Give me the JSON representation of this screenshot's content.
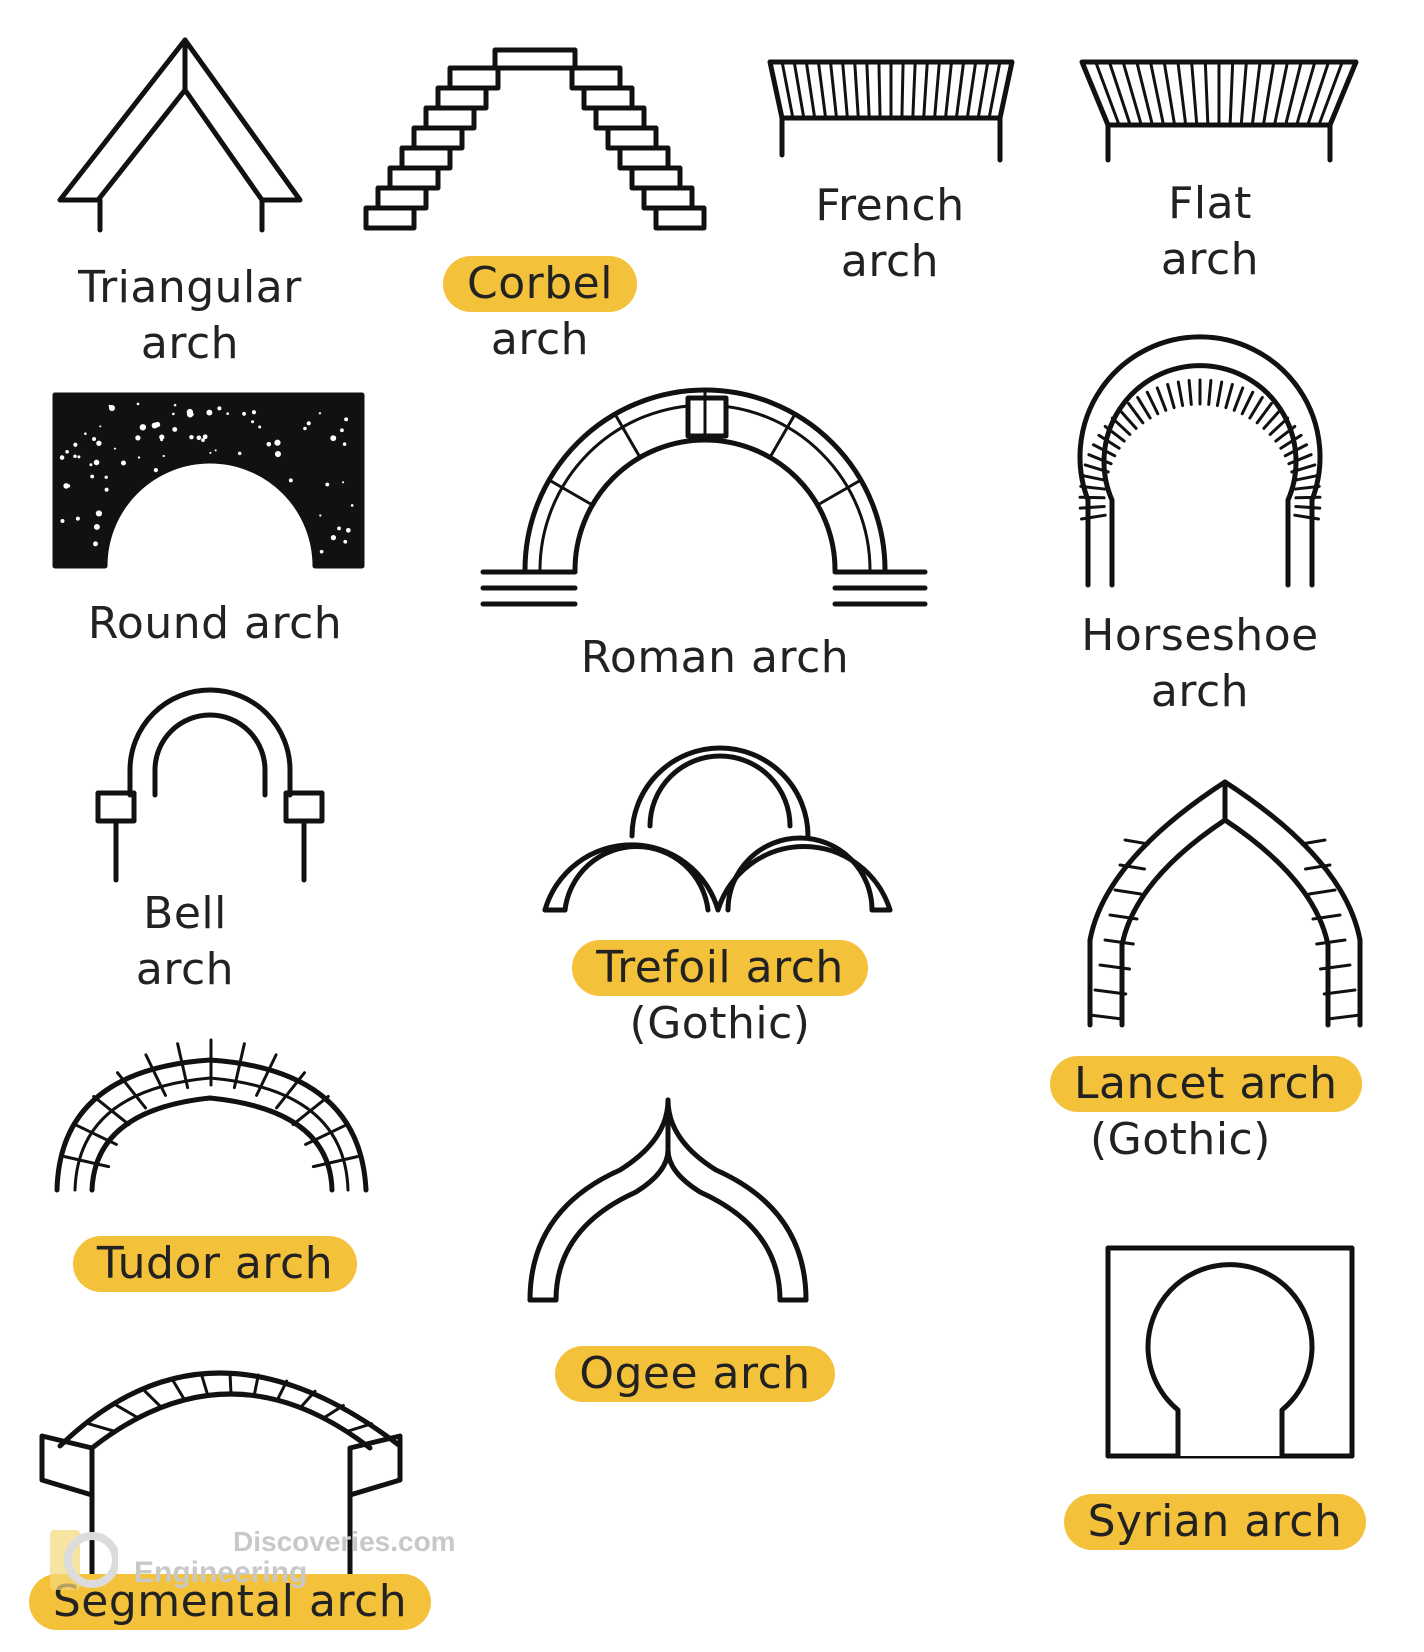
{
  "title": "",
  "arches": [
    {
      "id": "triangular",
      "line1": "Triangular",
      "line2": "arch",
      "highlighted": false
    },
    {
      "id": "corbel",
      "line1": "Corbel",
      "line2": "arch",
      "highlighted": true
    },
    {
      "id": "french",
      "line1": "French",
      "line2": "arch",
      "highlighted": false
    },
    {
      "id": "flat",
      "line1": "Flat",
      "line2": "arch",
      "highlighted": false
    },
    {
      "id": "round",
      "line1": "Round arch",
      "line2": "",
      "highlighted": false
    },
    {
      "id": "roman",
      "line1": "Roman arch",
      "line2": "",
      "highlighted": false
    },
    {
      "id": "horseshoe",
      "line1": "Horseshoe",
      "line2": "arch",
      "highlighted": false
    },
    {
      "id": "bell",
      "line1": "Bell",
      "line2": "arch",
      "highlighted": false
    },
    {
      "id": "trefoil",
      "line1": "Trefoil arch",
      "line2": "(Gothic)",
      "highlighted": true
    },
    {
      "id": "lancet",
      "line1": "Lancet arch",
      "line2": "(Gothic)",
      "highlighted": true
    },
    {
      "id": "tudor",
      "line1": "Tudor arch",
      "line2": "",
      "highlighted": true
    },
    {
      "id": "ogee",
      "line1": "Ogee arch",
      "line2": "",
      "highlighted": true
    },
    {
      "id": "syrian",
      "line1": "Syrian arch",
      "line2": "",
      "highlighted": true
    },
    {
      "id": "segmental",
      "line1": "Segmental arch",
      "line2": "",
      "highlighted": true
    }
  ],
  "watermark": {
    "line1": "Discoveries.com",
    "line2": "Engineering"
  },
  "colors": {
    "highlight": "#f4c13b",
    "ink": "#111111"
  }
}
